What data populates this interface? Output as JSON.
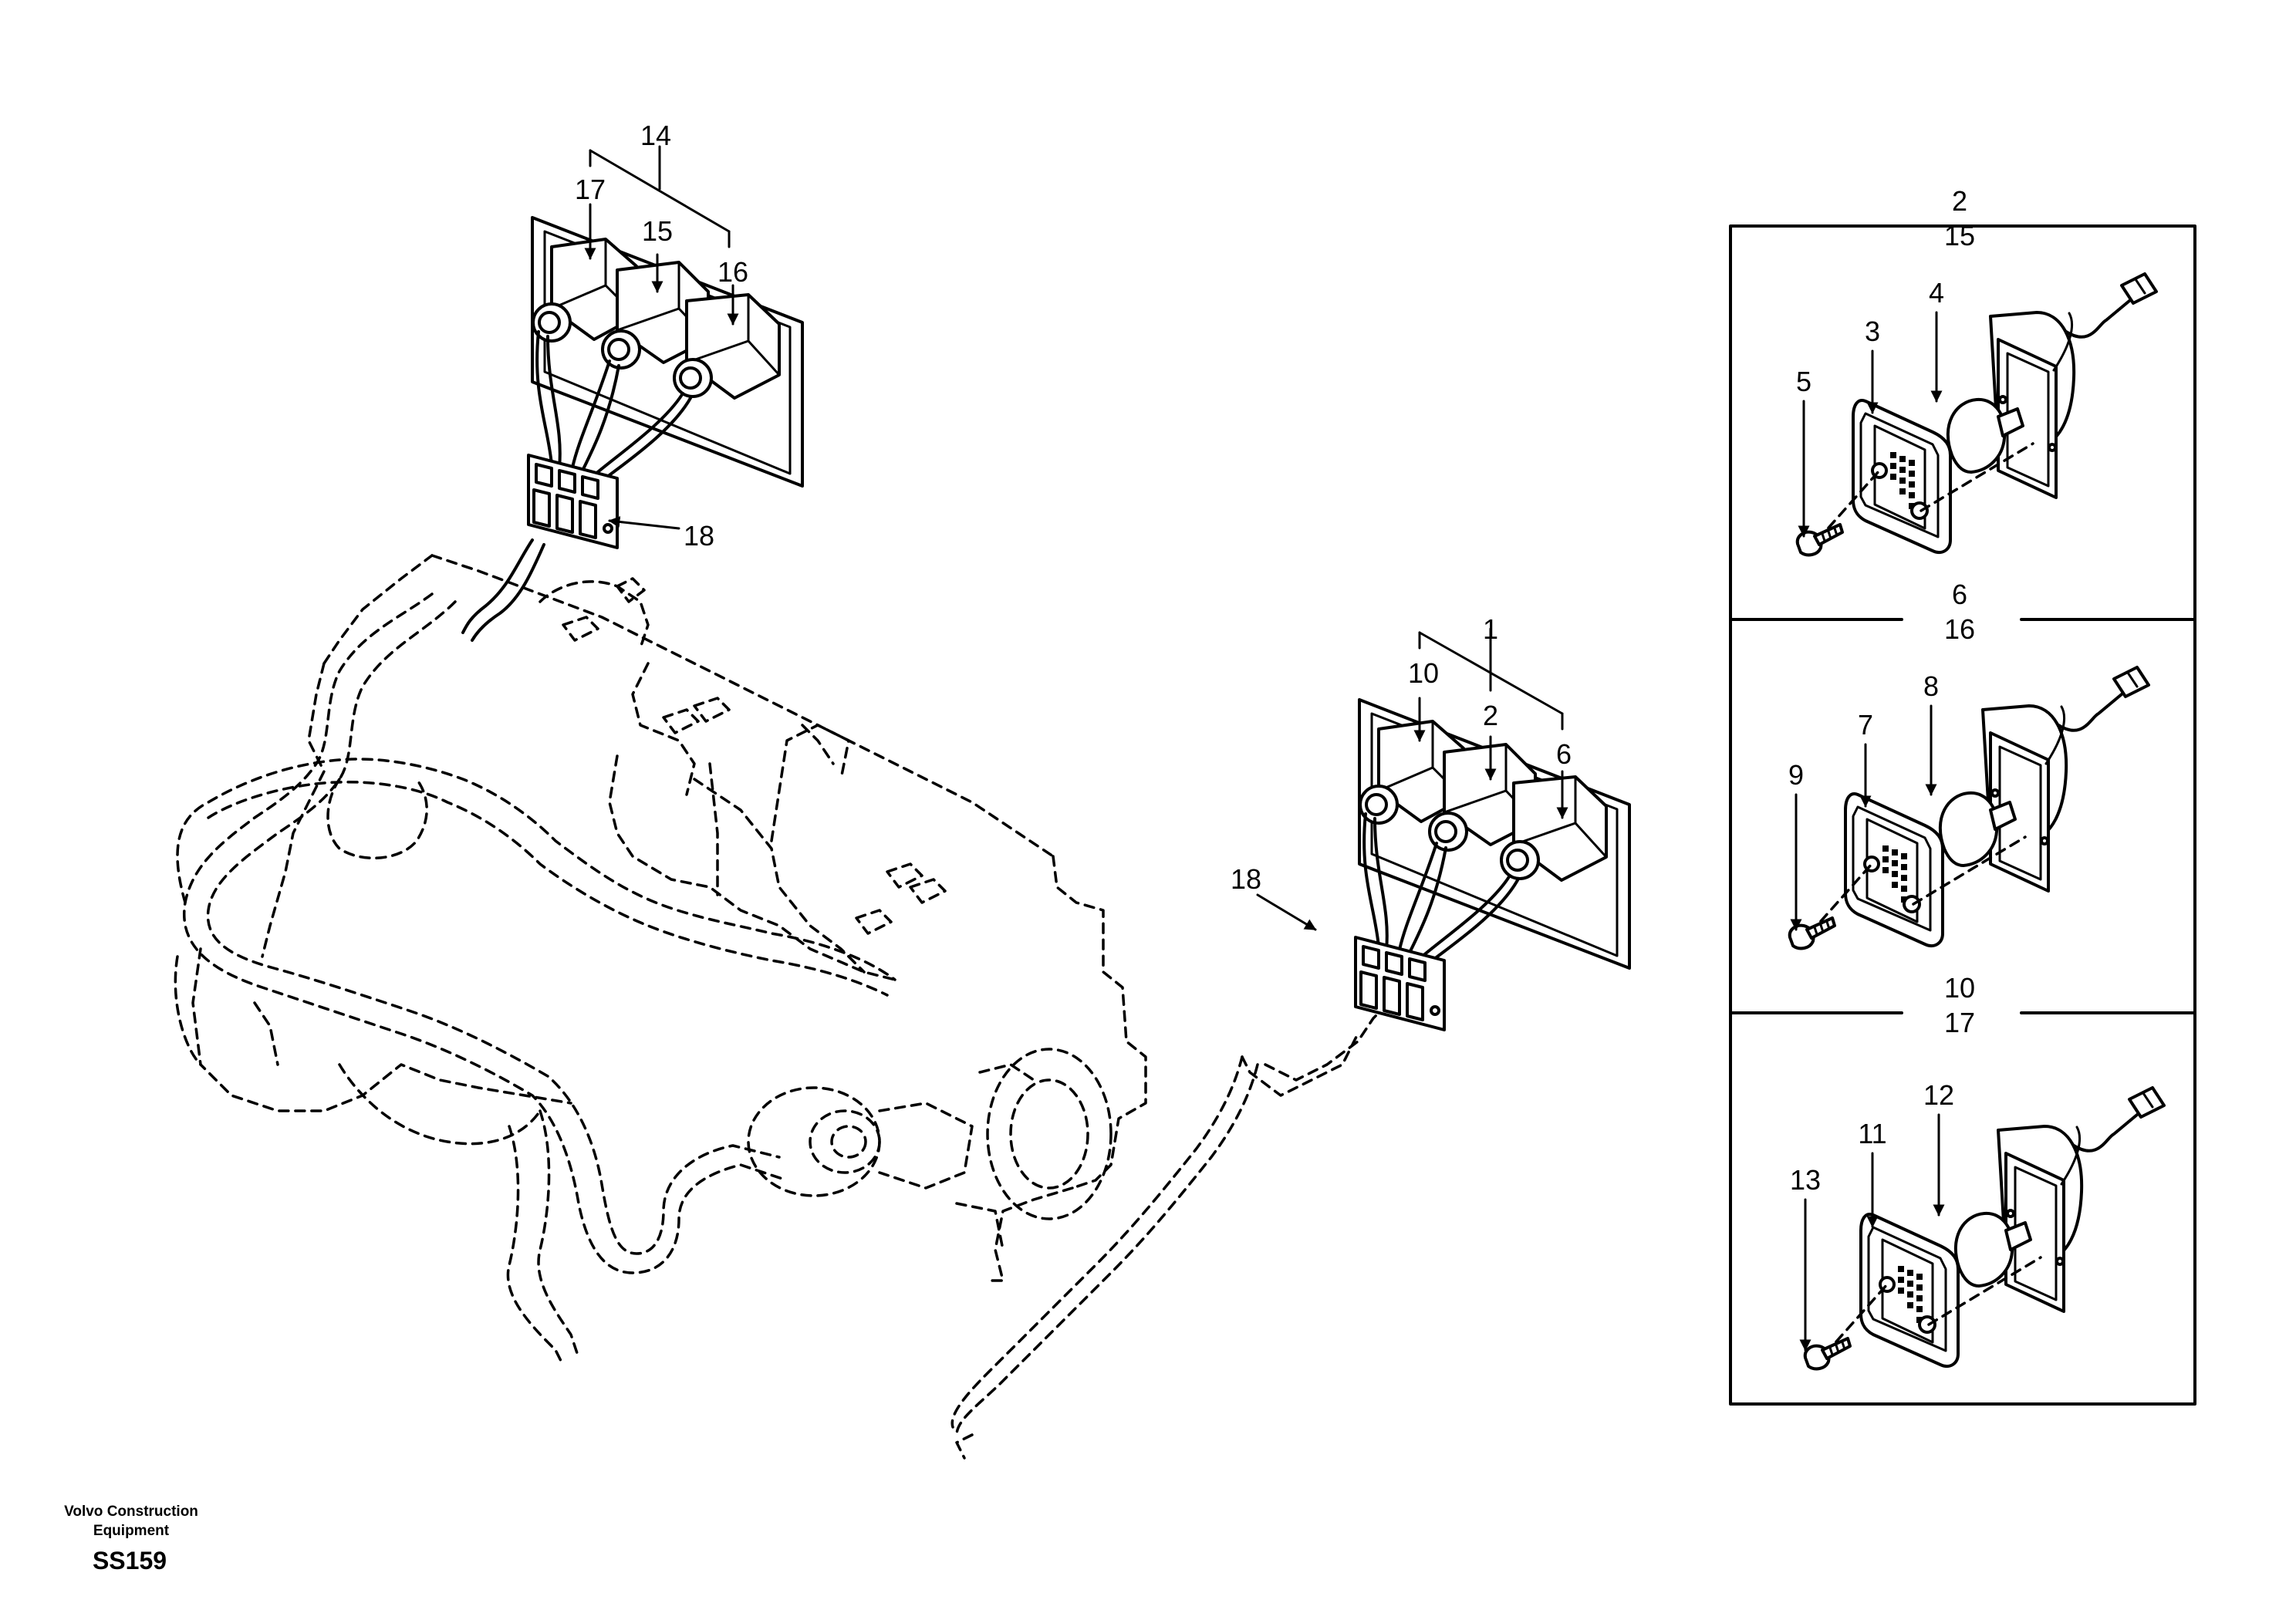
{
  "labels": {
    "l14": "14",
    "l17": "17",
    "l15": "15",
    "l16": "16",
    "l18a": "18",
    "l1": "1",
    "l10": "10",
    "l2": "2",
    "l6": "6",
    "l18b": "18",
    "p1top": "2",
    "p1bot": "15",
    "p1_3": "3",
    "p1_4": "4",
    "p1_5": "5",
    "p2top": "6",
    "p2bot": "16",
    "p2_7": "7",
    "p2_8": "8",
    "p2_9": "9",
    "p3top": "10",
    "p3bot": "17",
    "p3_11": "11",
    "p3_12": "12",
    "p3_13": "13"
  },
  "footer": {
    "brand_line1": "Volvo Construction",
    "brand_line2": "Equipment",
    "code": "SS159"
  }
}
